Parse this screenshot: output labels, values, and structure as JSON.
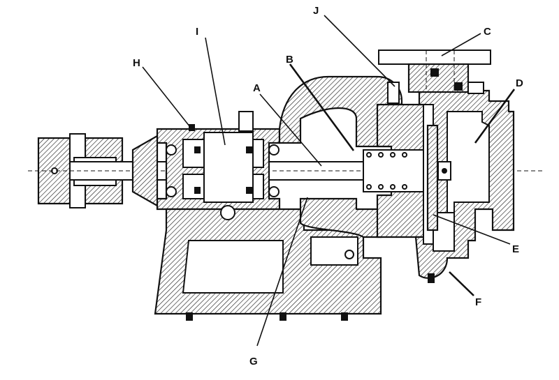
{
  "labels": {
    "A": "A",
    "B": "B",
    "C": "C",
    "D": "D",
    "E": "E",
    "F": "F",
    "G": "G",
    "H": "H",
    "I": "I",
    "J": "J"
  }
}
